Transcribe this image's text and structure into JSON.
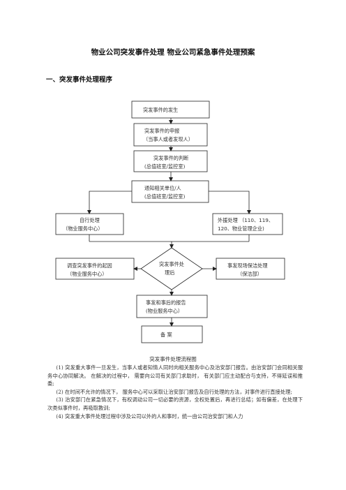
{
  "title": "物业公司突发事件处理 物业公司紧急事件处理预案",
  "section_heading": "一、突发事件处理程序",
  "flowchart": {
    "n1": "突发事件的发生",
    "n2": [
      "突发事件的申报",
      "（当事人或者发现人）"
    ],
    "n3": [
      "突发事件的判断",
      "(总值班室/监控室)"
    ],
    "n4": [
      "通知相关单位/人",
      "(总值班室/监控室)"
    ],
    "left1": [
      "自行处理",
      "（物业服务中心）"
    ],
    "right1": [
      "外援处理      （110、119、",
      "120、物业管理企业)"
    ],
    "diamond": [
      "突发事件处",
      "理后"
    ],
    "left2": [
      "调查突发事件的起因",
      "（物业服务中心）"
    ],
    "right2": [
      "事发现场保洁处理",
      "（保洁部）"
    ],
    "n6": [
      "事发和事后的报告",
      "(物业服务中心）"
    ],
    "n7": "备      案"
  },
  "caption": "突发事件处理流程图",
  "paragraphs": [
    "(1) 突发重大事件一旦发生，当事人或者知情人同时向相关服务中心及治安部门报告。由治安部门会同相关服务中心协同解决。  在解决的过程中，  需要向公司有关部门求助时，  有关部门应主动配合与支持，不得延误和推委;",
    "(2) 在时间不允许的情况下，  服务中心可以采取让治安部门报告及自行处理的方法，对事件进行直接处理;",
    "(3) 治安部门在紧急情况下，有权调动公司一切必要的资源，全权处置后，再进行总结；如有偏差，在处理下次类似事件时，再吸取教训;",
    "(4) 突发重大事件处理过程中涉及公司以外的人和事时，统一由公司治安部门和人力"
  ]
}
